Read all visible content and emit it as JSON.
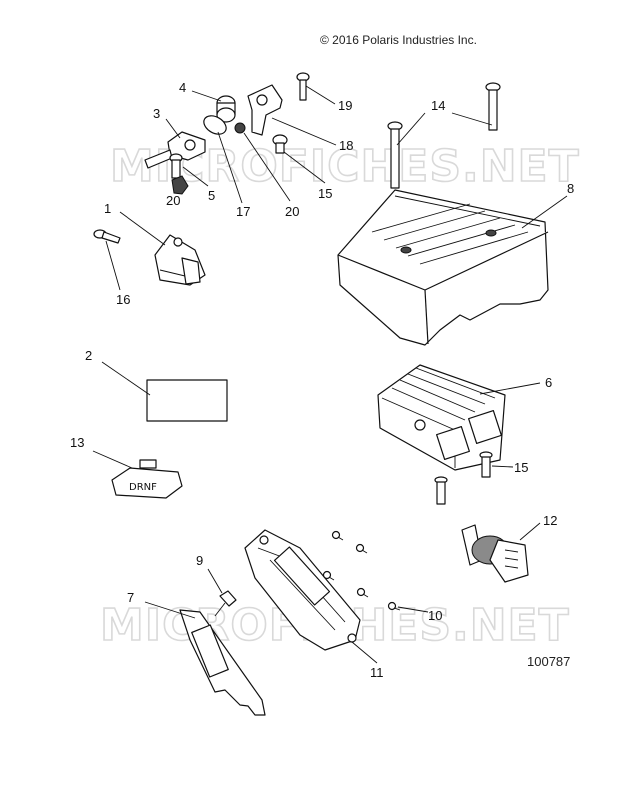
{
  "header": {
    "copyright": "© 2016 Polaris Industries Inc.",
    "drawing_id": "100787"
  },
  "watermark": {
    "top": "MICROFICHES.NET",
    "bottom": "MICROFICHES.NET"
  },
  "callouts": {
    "c1": "1",
    "c2": "2",
    "c3": "3",
    "c4": "4",
    "c5": "5",
    "c6": "6",
    "c7": "7",
    "c8": "8",
    "c9": "9",
    "c10": "10",
    "c11": "11",
    "c12": "12",
    "c13": "13",
    "c14": "14",
    "c15a": "15",
    "c15b": "15",
    "c16": "16",
    "c17": "17",
    "c18": "18",
    "c19": "19",
    "c20a": "20",
    "c20b": "20"
  },
  "decal": {
    "text": "DRNF"
  }
}
